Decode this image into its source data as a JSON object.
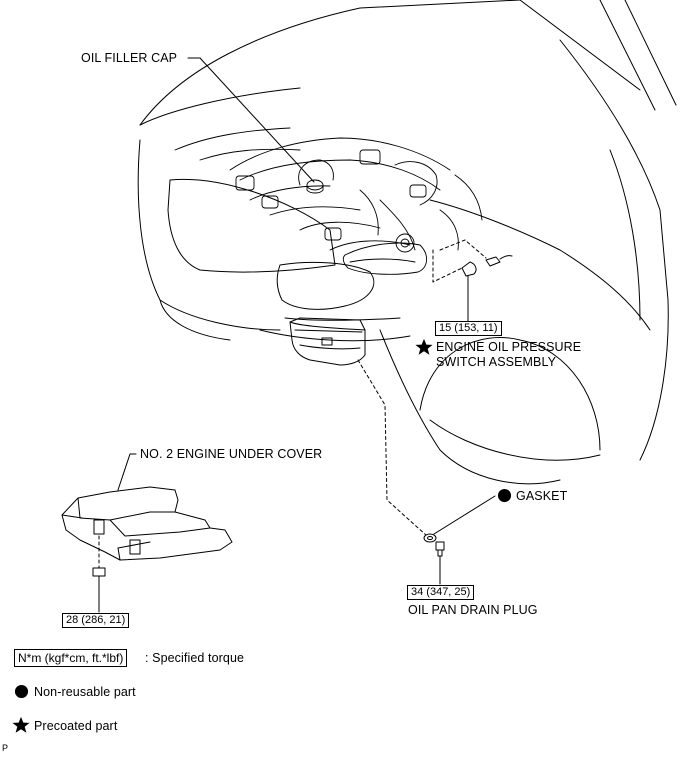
{
  "labels": {
    "oil_filler_cap": "OIL FILLER CAP",
    "engine_oil_pressure_switch_line1": "ENGINE OIL PRESSURE",
    "engine_oil_pressure_switch_line2": "SWITCH ASSEMBLY",
    "no2_engine_under_cover": "NO. 2 ENGINE UNDER COVER",
    "gasket": "GASKET",
    "oil_pan_drain_plug": "OIL PAN DRAIN PLUG"
  },
  "torques": {
    "pressure_switch": "15 (153, 11)",
    "under_cover_bolt": "28 (286, 21)",
    "drain_plug": "34 (347, 25)"
  },
  "legend": {
    "torque_unit_box": "N*m (kgf*cm, ft.*lbf)",
    "torque_desc": ": Specified torque",
    "non_reusable": "Non-reusable part",
    "precoated": "Precoated part"
  },
  "corner_mark": "P",
  "colors": {
    "ink": "#000000",
    "background": "#ffffff"
  },
  "icons": {
    "non_reusable": "filled-circle-icon",
    "precoated": "star-icon"
  }
}
